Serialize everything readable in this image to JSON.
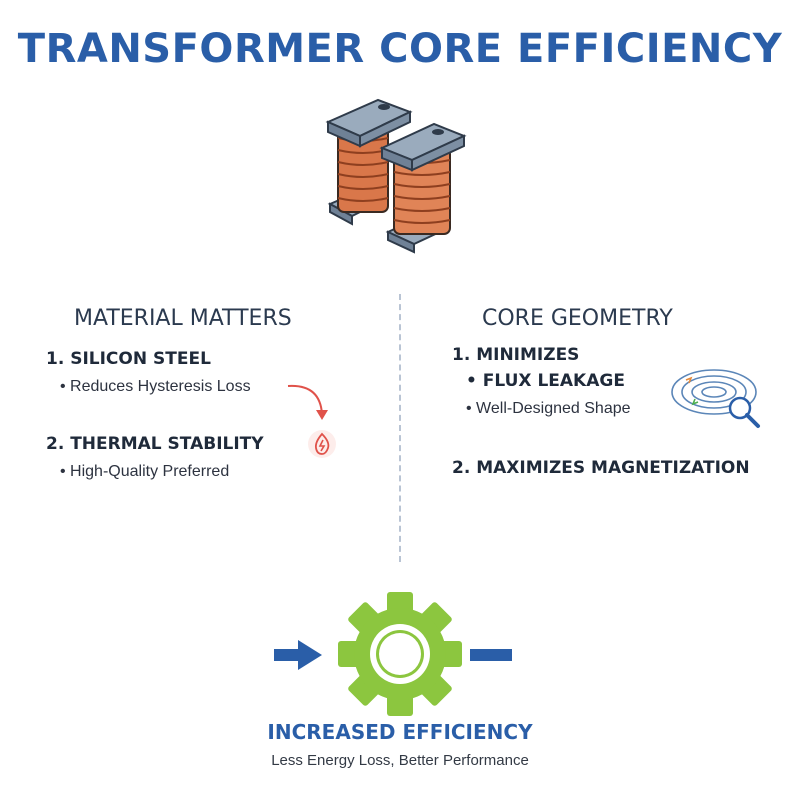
{
  "title": "TRANSFORMER CORE EFFICIENCY",
  "left": {
    "heading": "MATERIAL MATTERS",
    "items": [
      {
        "label": "1.  SILICON STEEL",
        "bullet": "• Reduces Hysteresis Loss"
      },
      {
        "label": "2.  THERMAL STABILITY",
        "bullet": "• High-Quality Preferred"
      }
    ]
  },
  "right": {
    "heading": "CORE GEOMETRY",
    "items": [
      {
        "label": "1.  MINIMIZES",
        "sublabel": "• FLUX LEAKAGE",
        "bullet": "• Well-Designed Shape"
      },
      {
        "label": "2.  MAXIMIZES MAGNETIZATION"
      }
    ]
  },
  "result": {
    "title": "INCREASED EFFICIENCY",
    "subtitle": "Less Energy Loss, Better Performance"
  },
  "colors": {
    "title_blue": "#2a5ea8",
    "gear_green": "#8cc63f",
    "copper": "#d9774a",
    "core_gray": "#7d8fa3",
    "loss_red": "#e0524a"
  },
  "icons": [
    "transformer-icon",
    "curved-arrow-icon",
    "flame-bolt-icon",
    "flux-field-icon",
    "magnifier-icon",
    "right-arrow-icon",
    "gear-icon"
  ]
}
